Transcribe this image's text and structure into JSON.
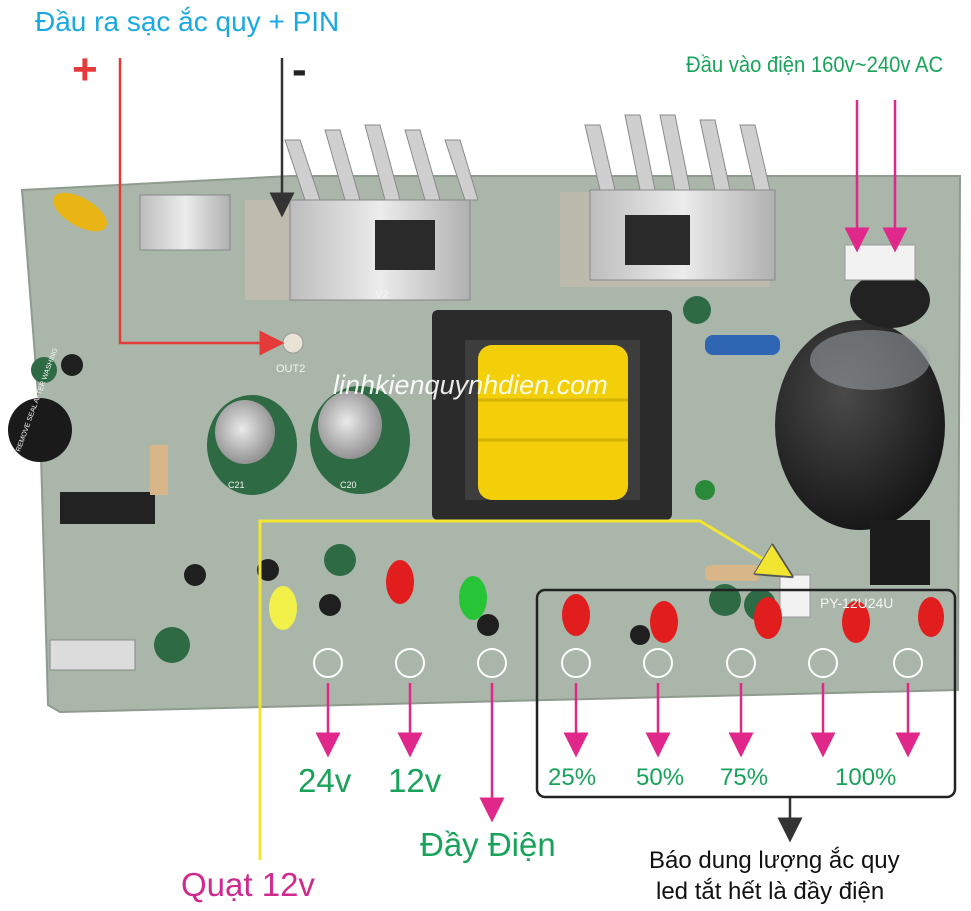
{
  "labels": {
    "battery_output": "Đầu ra sạc ắc quy + PIN",
    "plus_sign": "+",
    "minus_sign": "-",
    "power_input": "Đầu vào điện 160v~240v AC",
    "watermark": "linhkienquynhdien.com",
    "v24": "24v",
    "v12": "12v",
    "full_charge": "Đầy Điện",
    "fan": "Quạt 12v",
    "pct_25": "25%",
    "pct_50": "50%",
    "pct_75": "75%",
    "pct_100": "100%",
    "capacity_line1": "Báo dung lượng ắc quy",
    "capacity_line2": "led tắt hết là đầy điện"
  },
  "board_text": {
    "out_marker": "OUT2",
    "v2": "V2",
    "model": "PY-12U24U",
    "buzzer": "REMOVE SEAL AFTER WASHING",
    "c21": "C21",
    "c20": "C20"
  },
  "colors": {
    "cyan_text": "#1aa8e0",
    "green_text": "#19a35a",
    "magenta_text": "#d12a8f",
    "red_plus": "#e53a3a",
    "arrow_magenta": "#e0288a",
    "arrow_yellow": "#f2e531",
    "pcb": "#a9b6a9",
    "heatsink": "#c9c9c9",
    "transformer_tape": "#f3cf0a",
    "capacitor_green": "#2e6b44"
  }
}
